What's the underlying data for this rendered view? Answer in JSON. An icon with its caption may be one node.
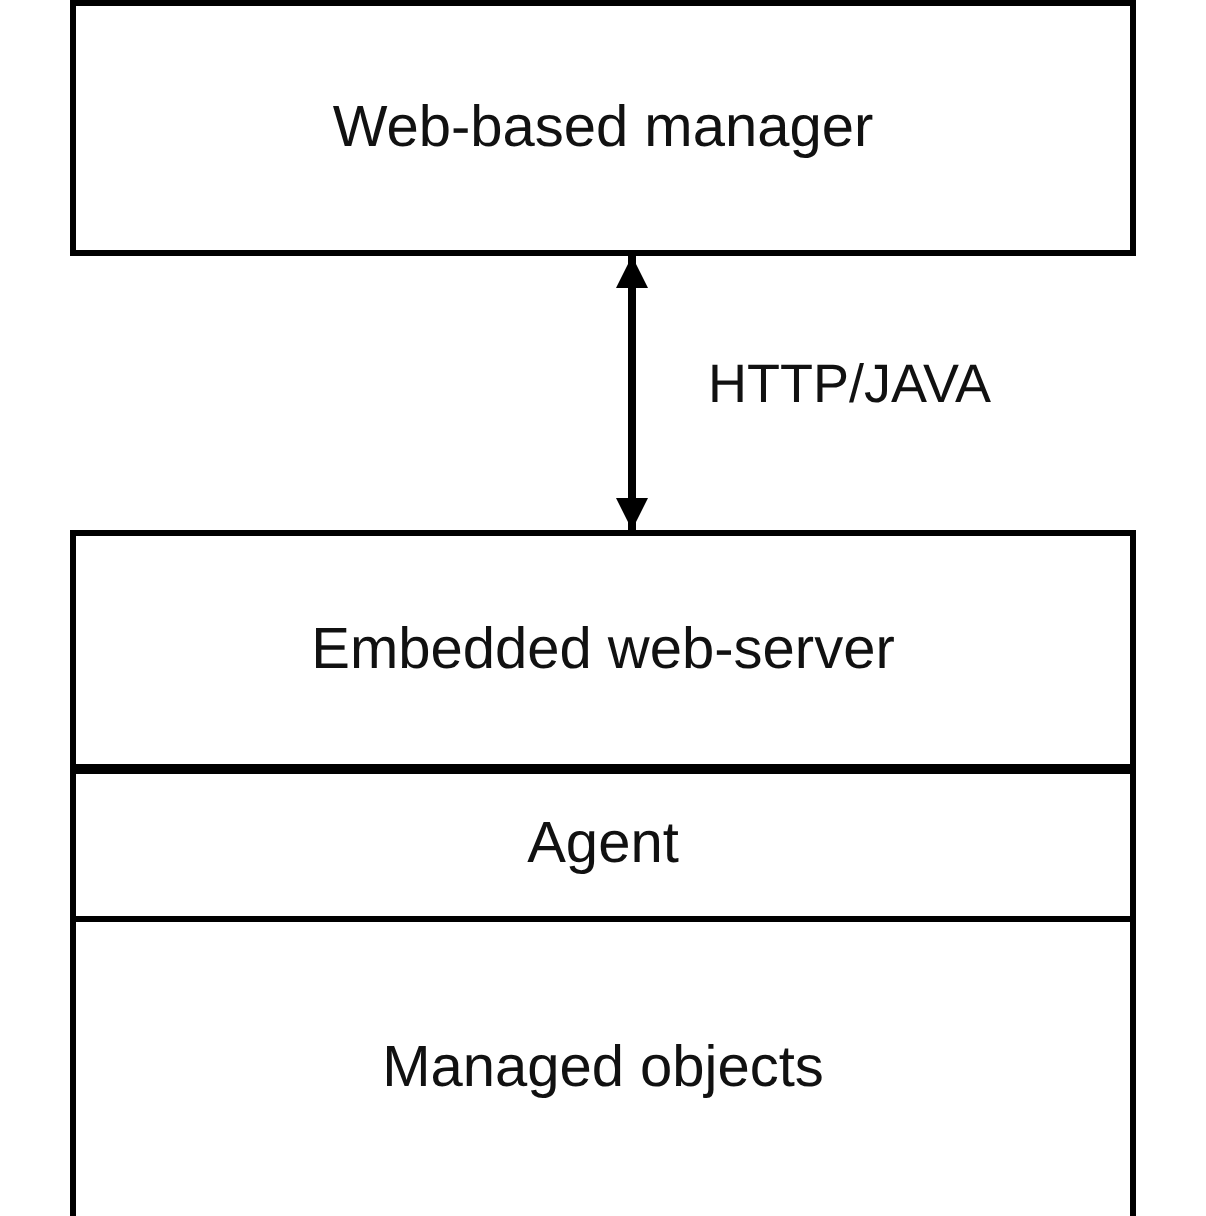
{
  "diagram": {
    "nodes": [
      {
        "text": [
          "Web-based manager"
        ]
      },
      {
        "text": [
          "Embedded web-server"
        ]
      },
      {
        "text": [
          "Agent"
        ]
      },
      {
        "text": [
          "Managed objects"
        ]
      }
    ],
    "edges": [
      {
        "from": 0,
        "to": 1,
        "arrow": "both",
        "label": "HTTP/JAVA"
      }
    ]
  }
}
